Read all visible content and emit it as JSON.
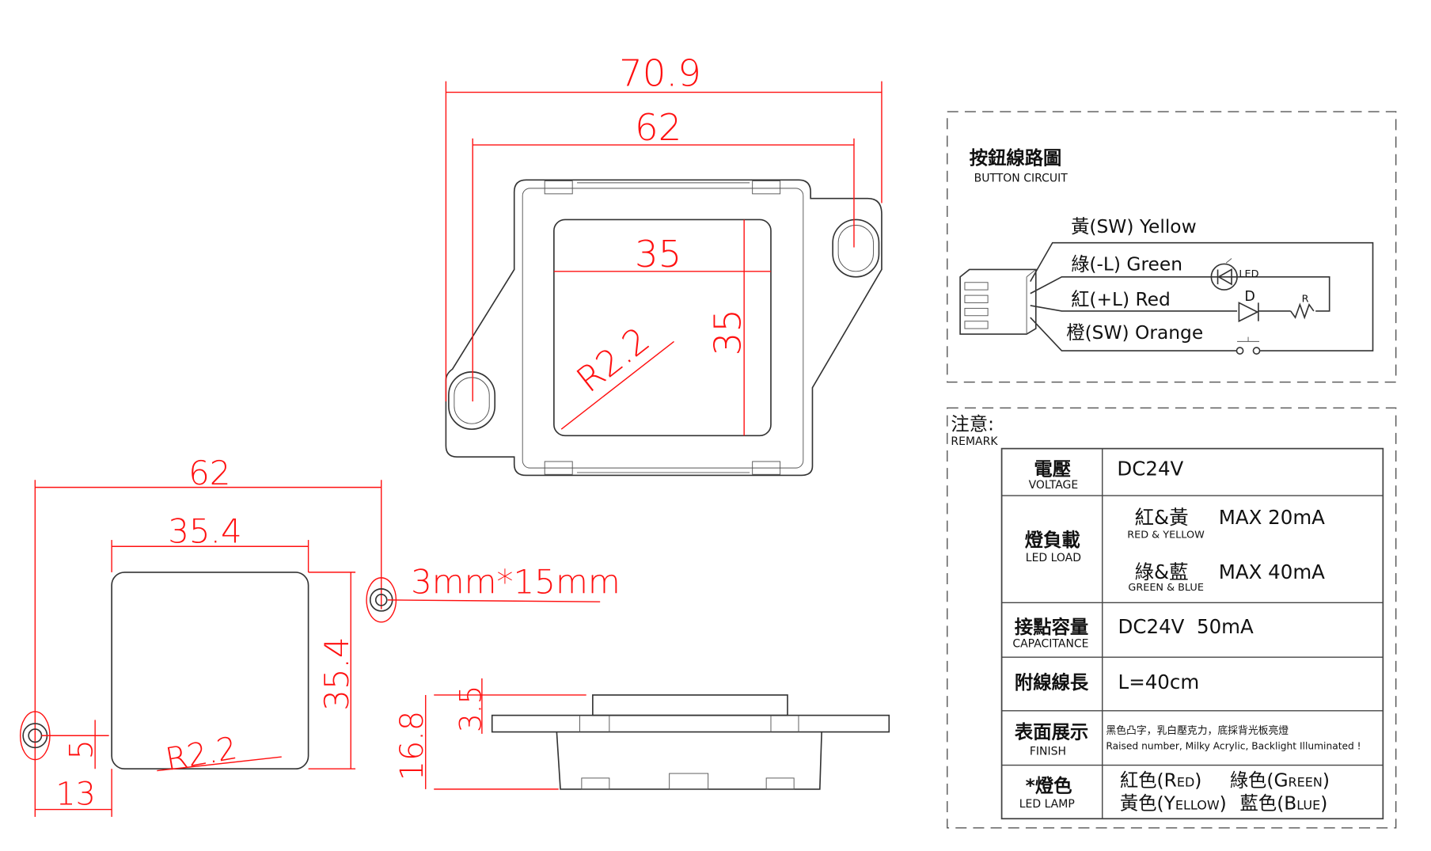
{
  "top_view": {
    "dim_overall": "70.9",
    "dim_hole_pitch": "62",
    "dim_window_w": "35",
    "dim_window_h": "35",
    "dim_radius": "R2.2"
  },
  "cutout_view": {
    "dim_hole_pitch": "62",
    "dim_cutout_w": "35.4",
    "dim_cutout_h": "35.4",
    "screw_spec": "3mm*15mm",
    "dim_offset_v": "5",
    "dim_offset_h": "13",
    "dim_radius": "R2.2"
  },
  "side_view": {
    "dim_height": "16.8",
    "dim_top": "3.5"
  },
  "circuit": {
    "title": "按鈕線路圖",
    "subtitle": "BUTTON CIRCUIT",
    "wires": [
      {
        "label": "黃(SW) Yellow"
      },
      {
        "label": "綠(-L) Green"
      },
      {
        "label": "紅(+L) Red"
      },
      {
        "label": "橙(SW) Orange"
      }
    ],
    "led_label": "LED",
    "diode_label": "D",
    "resistor_label": "R"
  },
  "remark": {
    "title": "注意:",
    "subtitle": "REMARK",
    "rows": [
      {
        "zh": "電壓",
        "en": "VOLTAGE",
        "value": "DC24V"
      },
      {
        "zh": "燈負載",
        "en": "LED LOAD",
        "items": [
          {
            "zh": "紅&黃",
            "en": "RED & YELLOW",
            "value": "MAX 20mA"
          },
          {
            "zh": "綠&藍",
            "en": "GREEN & BLUE",
            "value": "MAX 40mA"
          }
        ]
      },
      {
        "zh": "接點容量",
        "en": "CAPACITANCE",
        "value": "DC24V  50mA"
      },
      {
        "zh": "附線線長",
        "en": "",
        "value": "L=40cm"
      },
      {
        "zh": "表面展示",
        "en": "FINISH",
        "value_zh": "黑色凸字，乳白壓克力，底採背光板亮燈",
        "value_en": "Raised number, Milky Acrylic, Backlight Illuminated !"
      },
      {
        "zh": "*燈色",
        "en": "LED LAMP",
        "colors": [
          {
            "zh": "紅色",
            "en": "(Red)"
          },
          {
            "zh": "綠色",
            "en": "(Green)"
          },
          {
            "zh": "黃色",
            "en": "(Yellow)"
          },
          {
            "zh": "藍色",
            "en": "(Blue)"
          }
        ]
      }
    ]
  }
}
